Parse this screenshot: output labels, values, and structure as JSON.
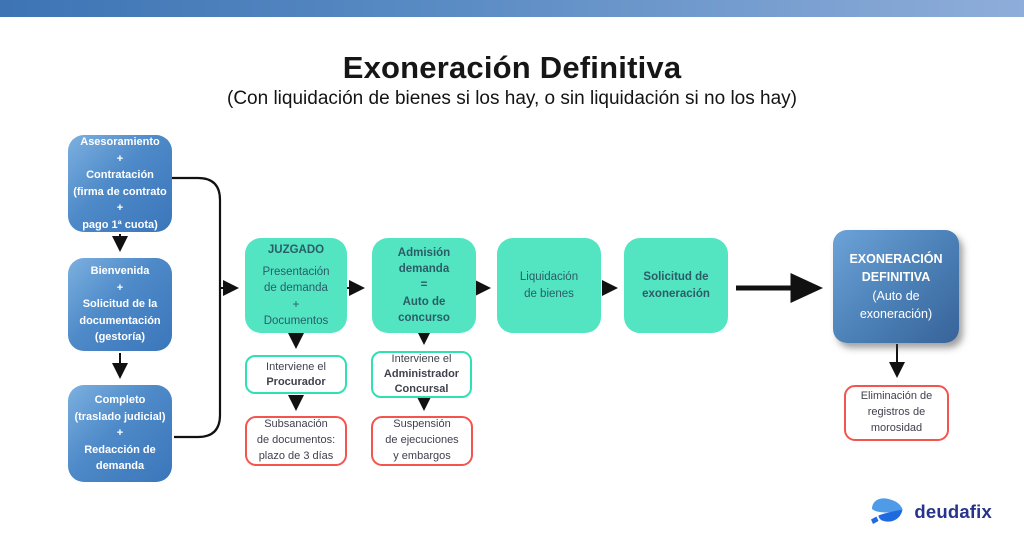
{
  "page": {
    "title": "Exoneración Definitiva",
    "subtitle": "(Con liquidación de bienes si los hay, o sin liquidación si no los hay)"
  },
  "colors": {
    "topbar_left": "#3d74b4",
    "topbar_right": "#8fadd9",
    "blue_box_light": "#7cb0e0",
    "blue_box_dark": "#3a76ba",
    "teal_box": "#53e4c2",
    "teal_text": "#2b5d66",
    "green_border": "#31e0b2",
    "red_border": "#f4544e",
    "connector": "#111111",
    "logo_navy": "#27348b",
    "logo_blue_light": "#4f9be8",
    "logo_blue_dark": "#1e6ade"
  },
  "flow": {
    "asesoramiento": {
      "text": "Asesoramiento\n+\nContratación\n(firma de contrato\n+\npago 1ª cuota)"
    },
    "bienvenida": {
      "text": "Bienvenida\n+\nSolicitud de la\ndocumentación\n(gestoría)"
    },
    "completo": {
      "text": "Completo\n(traslado judicial)\n+\nRedacción de\ndemanda"
    },
    "juzgado": {
      "head": "JUZGADO",
      "text": "Presentación\nde demanda\n+\nDocumentos"
    },
    "admision": {
      "text": "Admisión\ndemanda\n=\nAuto de\nconcurso"
    },
    "liquidacion": {
      "text": "Liquidación\nde bienes"
    },
    "solicitud": {
      "text": "Solicitud de\nexoneración"
    },
    "exoneracion": {
      "head": "EXONERACIÓN\nDEFINITIVA",
      "text": "(Auto de\nexoneración)"
    },
    "interviene_procurador": {
      "pre": "Interviene el",
      "bold": "Procurador"
    },
    "interviene_administrador": {
      "pre": "Interviene el",
      "bold": "Administrador\nConcursal"
    },
    "subsanacion": {
      "text": "Subsanación\nde documentos:\nplazo de 3 días"
    },
    "suspension": {
      "text": "Suspensión\nde ejecuciones\ny embargos"
    },
    "eliminacion": {
      "text": "Eliminación de\nregistros de\nmorosidad"
    }
  },
  "logo": {
    "brand": "deudafix"
  }
}
